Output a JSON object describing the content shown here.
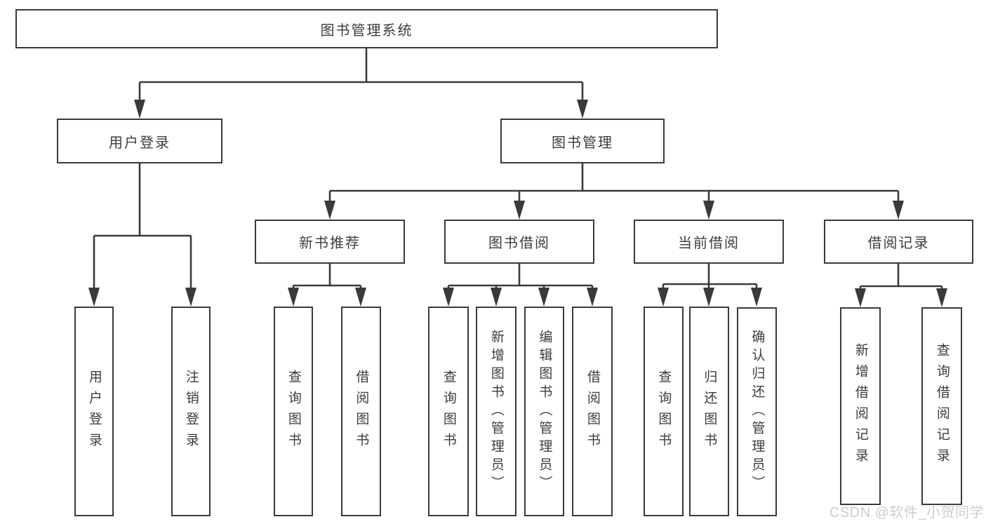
{
  "diagram_title": "图书管理系统",
  "tree": {
    "label": "图书管理系统",
    "children": [
      {
        "label": "用户登录",
        "children": [
          {
            "label": "用户登录"
          },
          {
            "label": "注销登录"
          }
        ]
      },
      {
        "label": "图书管理",
        "children": [
          {
            "label": "新书推荐",
            "children": [
              {
                "label": "查询图书"
              },
              {
                "label": "借阅图书"
              }
            ]
          },
          {
            "label": "图书借阅",
            "children": [
              {
                "label": "查询图书"
              },
              {
                "label": "新增图书（管理员）"
              },
              {
                "label": "编辑图书（管理员）"
              },
              {
                "label": "借阅图书"
              }
            ]
          },
          {
            "label": "当前借阅",
            "children": [
              {
                "label": "查询图书"
              },
              {
                "label": "归还图书"
              },
              {
                "label": "确认归还（管理员）"
              }
            ]
          },
          {
            "label": "借阅记录",
            "children": [
              {
                "label": "新增借阅记录"
              },
              {
                "label": "查询借阅记录"
              }
            ]
          }
        ]
      }
    ]
  },
  "watermark": {
    "text": "CSDN @软件_小贺同学"
  },
  "colors": {
    "line": "#3a3a3a",
    "text": "#3c3c3c",
    "background": "#ffffff",
    "watermark": "#c9cdd4"
  }
}
